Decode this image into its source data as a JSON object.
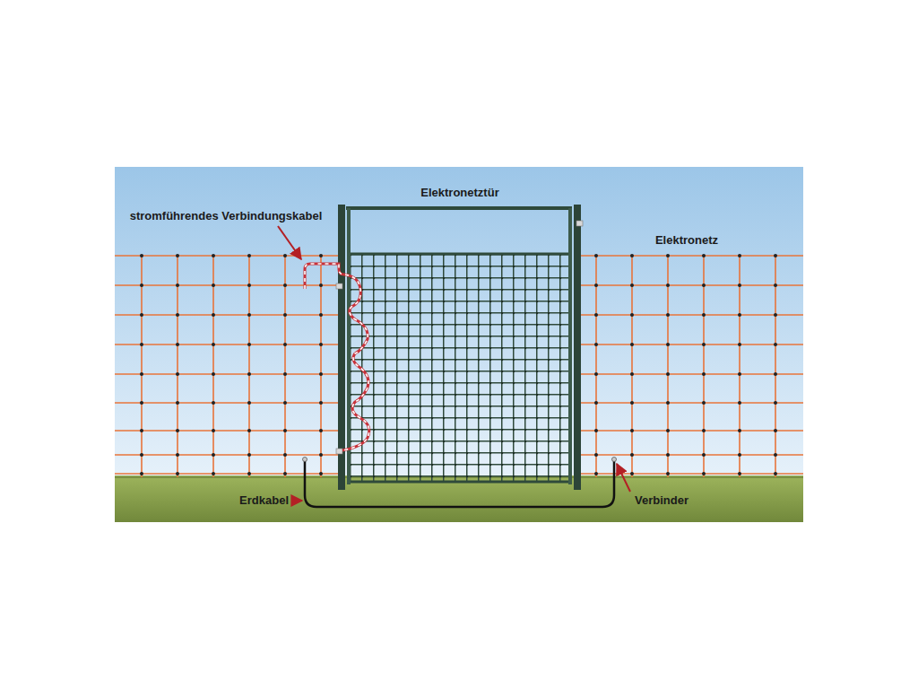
{
  "diagram": {
    "labels": [
      "Elektronetztür",
      "stromführendes Verbindungskabel",
      "Elektronetz",
      "Erdkabel",
      "Verbinder"
    ]
  }
}
